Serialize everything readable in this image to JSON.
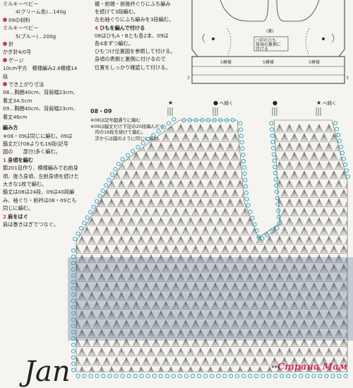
{
  "left_column": [
    {
      "text": "ミルキーベビー",
      "style": "plain"
    },
    {
      "text": "4(クリーム色)…140g",
      "style": "indent"
    },
    {
      "text": "09の材料",
      "style": "marker"
    },
    {
      "text": "ミルキーベビー",
      "style": "plain"
    },
    {
      "text": "5(ブルー)…200g",
      "style": "indent"
    },
    {
      "text": "針",
      "style": "marker"
    },
    {
      "text": "かぎ針4/0号",
      "style": "plain"
    },
    {
      "text": "ゲージ",
      "style": "marker"
    },
    {
      "text": "10cm平方　模様編み2.6模様14",
      "style": "plain"
    },
    {
      "text": "段",
      "style": "plain"
    },
    {
      "text": "でき上がり寸法",
      "style": "marker"
    },
    {
      "text": "08…胸囲40cm、背肩幅23cm、",
      "style": "plain"
    },
    {
      "text": "着丈34.5cm",
      "style": "plain"
    },
    {
      "text": "09…胸囲40cm、背肩幅23cm、",
      "style": "plain"
    },
    {
      "text": "着丈46cm",
      "style": "plain"
    },
    {
      "text": "",
      "style": "gap"
    },
    {
      "text": "編み方",
      "style": "head"
    },
    {
      "text": "※08・09は同じに編む。09は",
      "style": "plain"
    },
    {
      "text": "脇丈だけ08よりも16段(記号",
      "style": "plain"
    },
    {
      "text": "図の　　部分)多く編む。",
      "style": "plain"
    },
    {
      "text": "身頃を編む",
      "style": "step",
      "num": "1"
    },
    {
      "text": "鎖201目作り、模様編みで右前身",
      "style": "plain"
    },
    {
      "text": "頃、後ろ身頃、左前身頃を続けた",
      "style": "plain"
    },
    {
      "text": "大きな1枚で編む。",
      "style": "plain"
    },
    {
      "text": "脇丈は08は24段、09は40段編",
      "style": "plain"
    },
    {
      "text": "み、袖ぐり・前衿は08・09とも",
      "style": "plain"
    },
    {
      "text": "同じに編む。",
      "style": "plain"
    },
    {
      "text": "肩をはぐ",
      "style": "step",
      "num": "2"
    },
    {
      "text": "肩は巻きはぎでつなぐ。",
      "style": "plain"
    }
  ],
  "top_middle": [
    {
      "text": "裾・前端・前後衿ぐりにふち編み",
      "style": "plain"
    },
    {
      "text": "を続けて3段編む。",
      "style": "plain"
    },
    {
      "text": "左右袖ぐりにふち編みを3段編む。",
      "style": "plain"
    },
    {
      "text": "ひもを編んで付ける",
      "style": "step",
      "num": "4"
    },
    {
      "text": "08はひもA・Bとも各2本、09は",
      "style": "plain"
    },
    {
      "text": "各4本ずつ編む。",
      "style": "plain"
    },
    {
      "text": "ひもつけ位置図を参照して付ける。",
      "style": "plain"
    },
    {
      "text": "身頃の表側と裏側に付けるので",
      "style": "plain"
    },
    {
      "text": "位置をしっかり確認して付ける。",
      "style": "plain"
    }
  ],
  "schematic": {
    "label_center": "(裏)",
    "inner_box_1": "○印のひも",
    "inner_box_2": "身頃の裏側に",
    "inner_box_3": "付ける",
    "row_label": "5模様",
    "sides": [
      "3",
      "3"
    ]
  },
  "chart": {
    "label": "08・09",
    "notes": [
      "※08は記号図通りに編む",
      "※09は脇丈だけ下記の20段編んだら",
      "　内の16段を続けて編む。",
      "　次からは図のように同じに編む"
    ],
    "markers": [
      {
        "symbol": "★",
        "text": ""
      },
      {
        "symbol": "●",
        "text": "へ続く"
      },
      {
        "symbol": "●",
        "text": ""
      },
      {
        "symbol": "★",
        "text": "へ続く"
      }
    ],
    "colors": {
      "stitch": "#5d5a57",
      "edge": "#3aa8c8",
      "highlight": "#b9c2cf"
    }
  },
  "logo": {
    "main": "Страна Мам",
    "prefix": "**"
  },
  "handwriting": "Jan"
}
